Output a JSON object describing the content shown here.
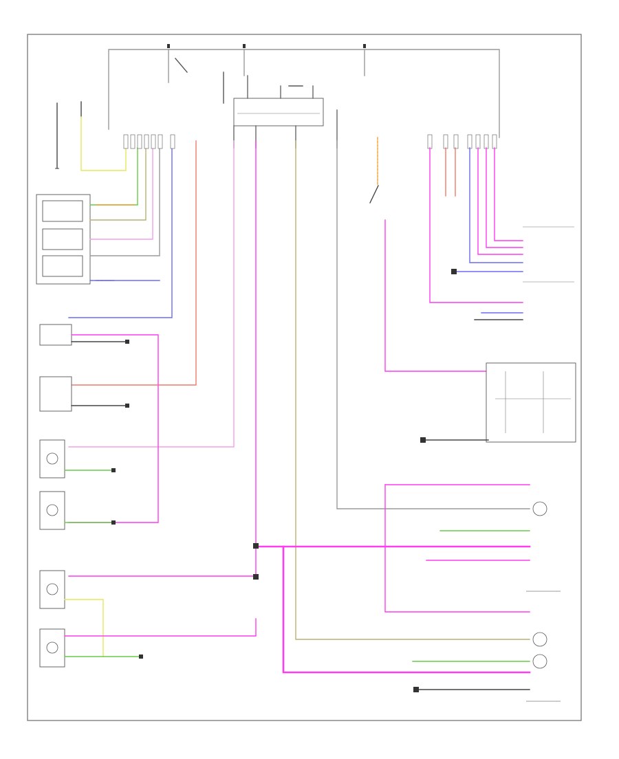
{
  "diagram": {
    "footer_code": "",
    "colors": {
      "frame": "#6a6a6a",
      "magenta": "#ff3cf0",
      "pink_light": "#f0a0e8",
      "red": "#f07a6a",
      "blue": "#6a6af0",
      "green": "#66cc44",
      "yellow": "#e4e85a",
      "orange": "#f0a030",
      "olive": "#b8b070",
      "gray": "#999999",
      "black": "#333333"
    },
    "components": [
      {
        "id": "left-switch-module",
        "label": ""
      },
      {
        "id": "left-front-lamp-1",
        "label": ""
      },
      {
        "id": "left-front-lamp-2",
        "label": ""
      },
      {
        "id": "left-lamp-a",
        "label": ""
      },
      {
        "id": "left-lamp-b",
        "label": ""
      },
      {
        "id": "left-lamp-c",
        "label": ""
      },
      {
        "id": "left-lamp-d",
        "label": ""
      },
      {
        "id": "top-center-relay",
        "label": ""
      },
      {
        "id": "right-headlamp-module",
        "label": ""
      },
      {
        "id": "right-rear-connector-top",
        "label": ""
      },
      {
        "id": "right-rear-connector-bottom",
        "label": ""
      }
    ]
  }
}
